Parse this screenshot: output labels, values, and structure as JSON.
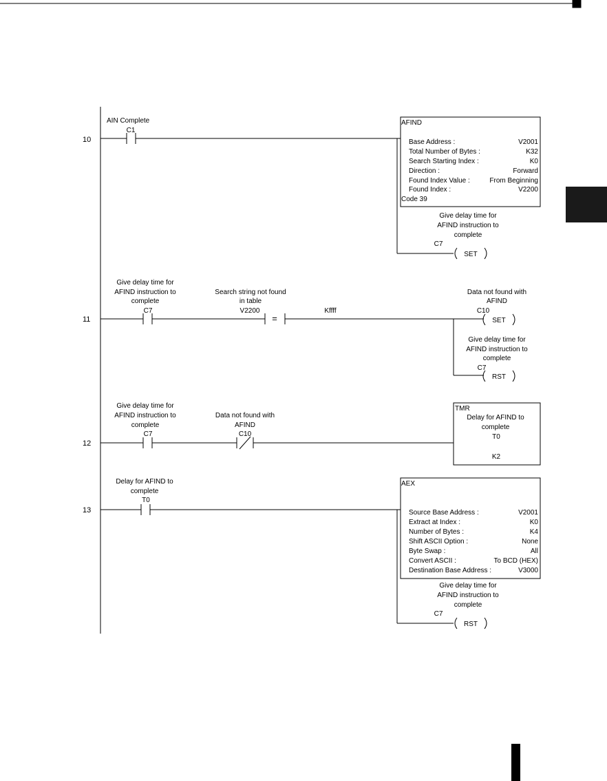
{
  "rungs": {
    "r10": {
      "number": "10",
      "contact_label": "AIN Complete",
      "contact_addr": "C1",
      "afind": {
        "title": "AFIND",
        "rows": [
          {
            "label": "Base Address :",
            "value": "V2001"
          },
          {
            "label": "Total Number of Bytes :",
            "value": "K32"
          },
          {
            "label": "Search Starting Index :",
            "value": "K0"
          },
          {
            "label": "Direction :",
            "value": "Forward"
          },
          {
            "label": "Found Index Value :",
            "value": "From Beginning"
          },
          {
            "label": "Found Index :",
            "value": "V2200"
          }
        ],
        "code": "Code 39"
      },
      "coil_comment": [
        "Give delay time for",
        "AFIND instruction to",
        "complete"
      ],
      "coil_addr": "C7",
      "coil_type": "SET"
    },
    "r11": {
      "number": "11",
      "contact1_comment": [
        "Give delay time for",
        "AFIND instruction to",
        "complete"
      ],
      "contact1_addr": "C7",
      "compare_comment": [
        "Search string not found",
        "in table"
      ],
      "compare_addr": "V2200",
      "compare_op": "=",
      "compare_value": "Kffff",
      "coil1_comment": [
        "Data not found with",
        "AFIND"
      ],
      "coil1_addr": "C10",
      "coil1_type": "SET",
      "coil2_comment": [
        "Give delay time for",
        "AFIND instruction to",
        "complete"
      ],
      "coil2_addr": "C7",
      "coil2_type": "RST"
    },
    "r12": {
      "number": "12",
      "contact1_comment": [
        "Give delay time for",
        "AFIND instruction to",
        "complete"
      ],
      "contact1_addr": "C7",
      "contact2_comment": [
        "Data not found with",
        "AFIND"
      ],
      "contact2_addr": "C10",
      "tmr": {
        "title": "TMR",
        "comment": [
          "Delay for AFIND to",
          "complete"
        ],
        "addr": "T0",
        "preset": "K2"
      }
    },
    "r13": {
      "number": "13",
      "contact_comment": [
        "Delay for AFIND to",
        "complete"
      ],
      "contact_addr": "T0",
      "aex": {
        "title": "AEX",
        "rows": [
          {
            "label": "Source Base Address :",
            "value": "V2001"
          },
          {
            "label": "Extract at Index :",
            "value": "K0"
          },
          {
            "label": "Number of Bytes :",
            "value": "K4"
          },
          {
            "label": "Shift ASCII Option :",
            "value": "None"
          },
          {
            "label": "Byte Swap :",
            "value": "All"
          },
          {
            "label": "Convert ASCII :",
            "value": "To BCD (HEX)"
          },
          {
            "label": "Destination Base Address :",
            "value": "V3000"
          }
        ]
      },
      "coil_comment": [
        "Give delay time for",
        "AFIND instruction to",
        "complete"
      ],
      "coil_addr": "C7",
      "coil_type": "RST"
    }
  }
}
